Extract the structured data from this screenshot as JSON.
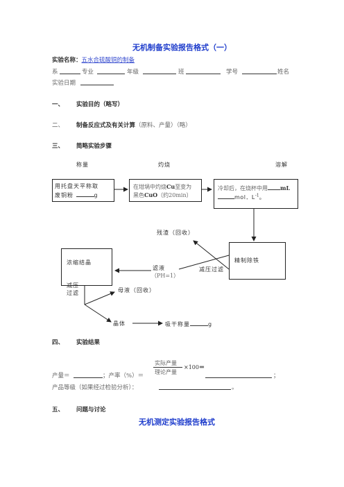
{
  "doc": {
    "title": "无机制备实验报告格式（一）",
    "exp_name_label": "实验名称：",
    "exp_name_value": "五水合硫酸铜的制备",
    "info": {
      "dept": "系",
      "major": "专业",
      "grade": "年级",
      "class": "班",
      "student_id": "学号",
      "name": "姓名",
      "date": "实验日期"
    },
    "sections": {
      "s1_num": "一、",
      "s1_text": "实验目的（略写）",
      "s2_num": "二、",
      "s2_text": "制备反应式及有关计算",
      "s2_note": "（原料、产量）（略）",
      "s3_num": "三、",
      "s3_text": "简略实验步骤",
      "s4_num": "四、",
      "s4_text": "实验结果",
      "s5_num": "五、",
      "s5_text": "问题与讨论"
    },
    "flow": {
      "h_weigh": "称量",
      "h_burn": "灼烧",
      "h_dissolve": "溶解",
      "box1_l1": "用托盘天平称取",
      "box1_l2": "废铜粉",
      "box1_unit": "g",
      "box2_l1a": "在坩埚中灼烧",
      "box2_cu": "Cu",
      "box2_l1b": "至变为",
      "box2_l2a": "黑色",
      "box2_cuo": "CuO",
      "box2_l2b": "（约20min）",
      "box3_l1": "冷却后，在烧杯中用",
      "box3_ml": "mL",
      "box3_l2": "mol．L",
      "box3_sup": "-1",
      "box3_end": "。",
      "residue": "残渣（回收）",
      "purify": "精制除铁",
      "filter1": "减压过滤",
      "filtrate": "滤液",
      "ph": "（PH=1）",
      "concentrate": "浓缩结晶",
      "filter2_l1": "减压",
      "filter2_l2": "过滤",
      "mother": "母液（回收）",
      "crystal": "晶体",
      "weigh_dry": "吸干称量",
      "weigh_unit": "g"
    },
    "result": {
      "yield_label": "产量＝",
      "rate_label": "；产率（%）＝",
      "numerator": "实际产量",
      "denominator": "理论产量",
      "times100": "×100",
      "eq": "＝",
      "semicolon": "；",
      "grade_label": "产品等级（如果经过检验分析）：",
      "period": "。"
    },
    "next_title": "无机测定实验报告格式"
  }
}
